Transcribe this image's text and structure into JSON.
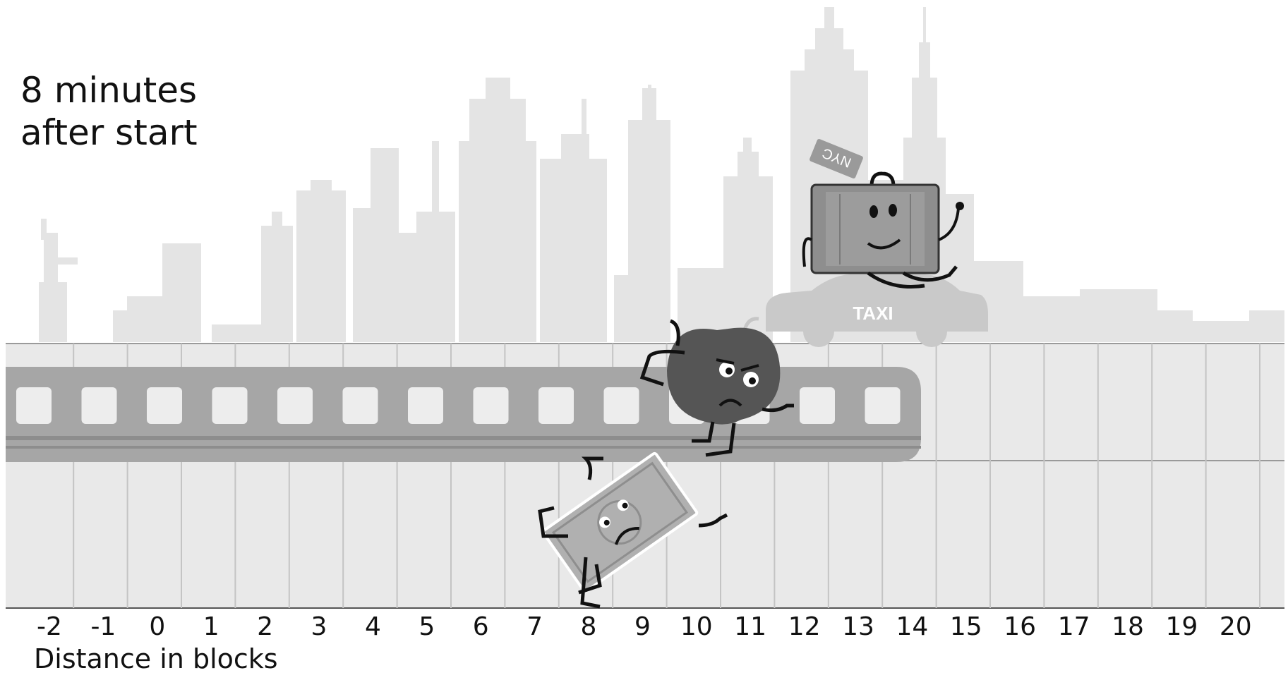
{
  "caption": {
    "line1": "8 minutes",
    "line2": "after start"
  },
  "axis": {
    "title": "Distance in blocks",
    "ticks": [
      "-2",
      "-1",
      "0",
      "1",
      "2",
      "3",
      "4",
      "5",
      "6",
      "7",
      "8",
      "9",
      "10",
      "11",
      "12",
      "13",
      "14",
      "15",
      "16",
      "17",
      "18",
      "19",
      "20"
    ]
  },
  "characters": {
    "suitcase": {
      "tag": "NYC",
      "vehicle": "taxi",
      "vehicle_label": "TAXI",
      "position_blocks": 13
    },
    "apple": {
      "vehicle": "subway",
      "position_blocks": 10.5
    },
    "dollar": {
      "vehicle": "on foot",
      "position_blocks": 8
    }
  },
  "colors": {
    "skyline": "#e4e4e4",
    "train": "#a6a6a6",
    "train_window": "#ededed",
    "taxi": "#c9c9c9",
    "apple": "#555555",
    "dollar": "#b0b0b0",
    "suitcase": "#8e8e8e",
    "ground": "#e9e9e9"
  }
}
